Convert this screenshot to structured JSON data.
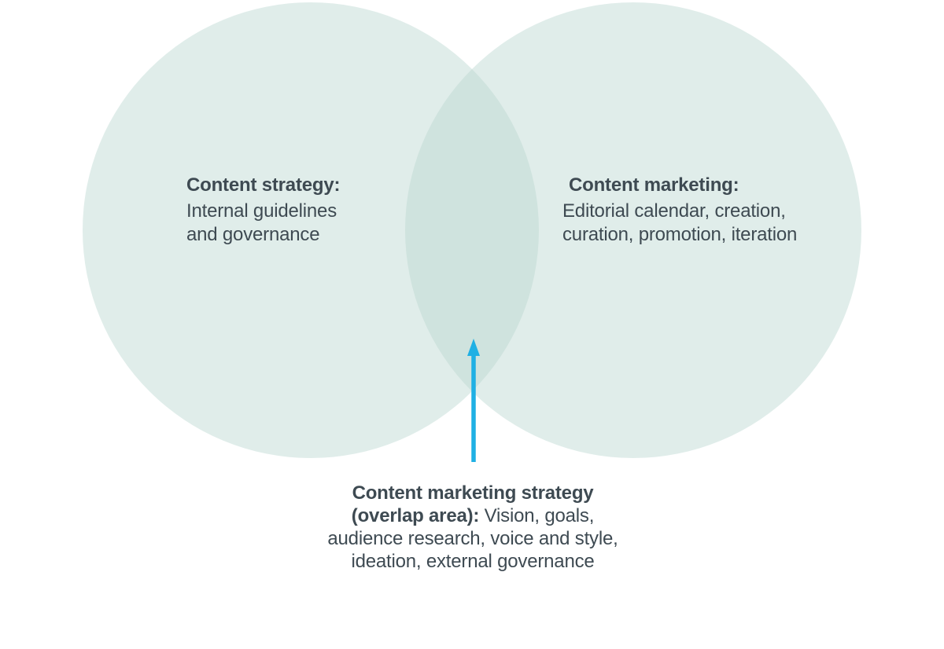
{
  "diagram": {
    "background_color": "#ffffff",
    "circle_fill_color": "#bad7d0",
    "overlap_color": "#cfe3df",
    "text_color": "#3e4a52",
    "arrow_color": "#1fb0e4",
    "left_circle": {
      "title": "Content strategy:",
      "lines": [
        "Internal guidelines",
        "and governance"
      ]
    },
    "right_circle": {
      "title": "Content marketing:",
      "lines": [
        "Editorial calendar, creation,",
        "curation, promotion, iteration"
      ]
    },
    "overlap_caption": {
      "line1_bold": "Content marketing strategy",
      "line2_bold": "(overlap area):",
      "line2_regular": " Vision, goals,",
      "line3": "audience research, voice and style,",
      "line4": "ideation, external governance"
    }
  }
}
